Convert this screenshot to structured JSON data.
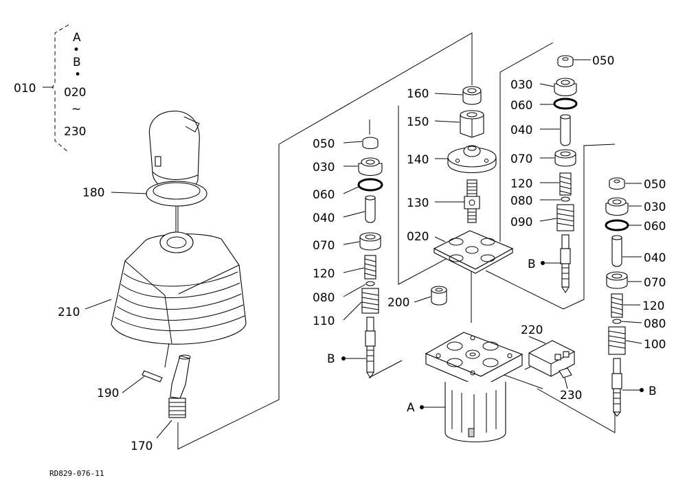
{
  "diagram": {
    "drawing_code": "RD829-076-11",
    "assembly_group": {
      "number": "010",
      "items": [
        "A",
        "•",
        "B",
        "•",
        "020",
        "~",
        "230"
      ]
    },
    "labels": {
      "l180": "180",
      "l210": "210",
      "l190": "190",
      "l170": "170",
      "c050": "050",
      "c030": "030",
      "c060": "060",
      "c040": "040",
      "c070": "070",
      "c120": "120",
      "c080": "080",
      "c110": "110",
      "cB": "B",
      "m160": "160",
      "m150": "150",
      "m140": "140",
      "m130": "130",
      "m020": "020",
      "m200": "200",
      "m220": "220",
      "m230": "230",
      "mA": "A",
      "u050": "050",
      "u030": "030",
      "u060": "060",
      "u040": "040",
      "u070": "070",
      "u120": "120",
      "u080": "080",
      "u090": "090",
      "uB": "B",
      "r050": "050",
      "r030": "030",
      "r060": "060",
      "r040": "040",
      "r070": "070",
      "r120": "120",
      "r080": "080",
      "r100": "100",
      "rB": "B"
    }
  }
}
